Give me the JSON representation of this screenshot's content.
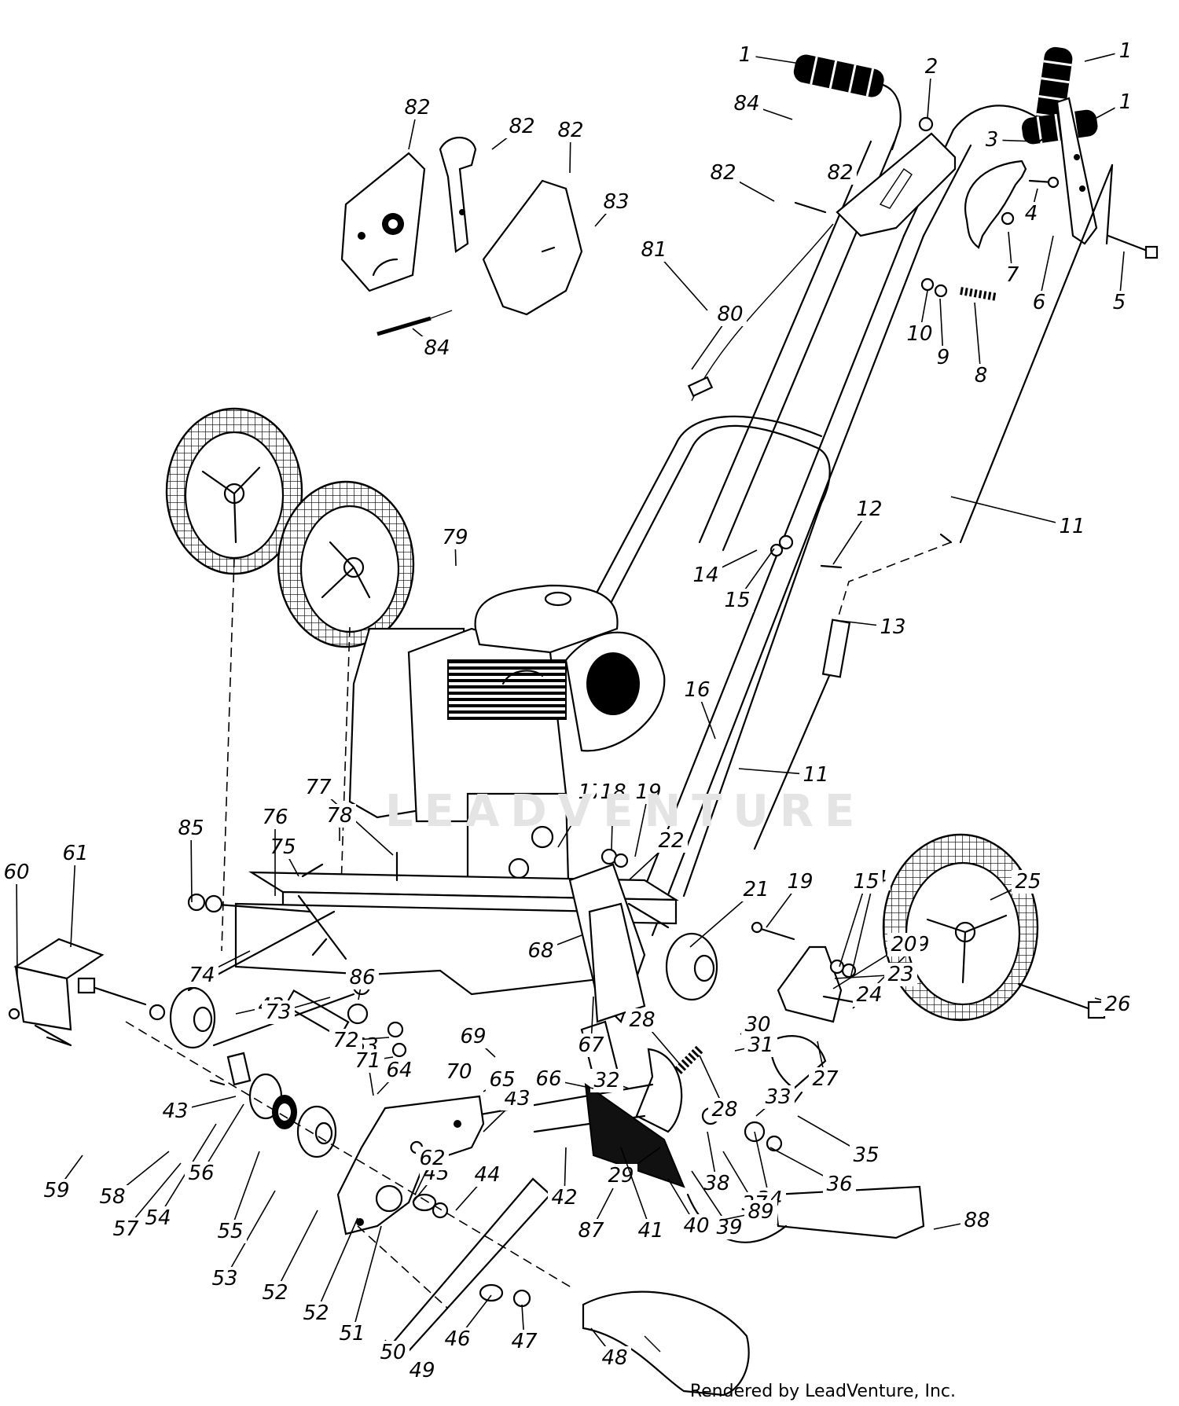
{
  "part_labels": [
    "1",
    "1",
    "1",
    "2",
    "3",
    "4",
    "5",
    "6",
    "7",
    "8",
    "9",
    "10",
    "11",
    "11",
    "12",
    "13",
    "14",
    "14",
    "15",
    "15",
    "16",
    "17",
    "18",
    "19",
    "19",
    "19",
    "20",
    "21",
    "22",
    "23",
    "24",
    "25",
    "26",
    "27",
    "28",
    "28",
    "29",
    "30",
    "31",
    "32",
    "33",
    "34",
    "35",
    "36",
    "37",
    "38",
    "39",
    "40",
    "41",
    "42",
    "43",
    "43",
    "43",
    "44",
    "45",
    "46",
    "47",
    "48",
    "49",
    "50",
    "51",
    "52",
    "52",
    "53",
    "54",
    "55",
    "56",
    "57",
    "58",
    "59",
    "60",
    "61",
    "62",
    "63",
    "64",
    "65",
    "66",
    "67",
    "68",
    "69",
    "70",
    "71",
    "72",
    "73",
    "74",
    "75",
    "76",
    "77",
    "78",
    "79",
    "80",
    "81",
    "82",
    "82",
    "82",
    "82",
    "82",
    "83",
    "84",
    "84",
    "85",
    "86",
    "87",
    "88",
    "89"
  ],
  "watermark": "LEADVENTURE",
  "credit": "Rendered by LeadVenture, Inc."
}
